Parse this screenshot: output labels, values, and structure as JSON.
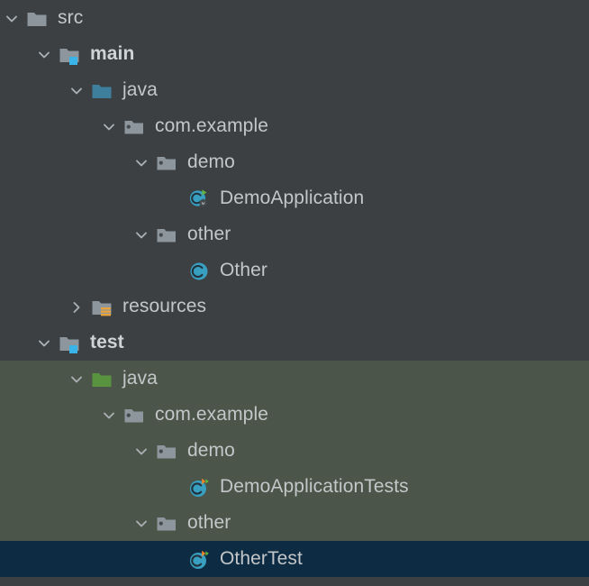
{
  "panel": {
    "name": "project-tree",
    "background_color": "#3c4043",
    "tint_color": "#4c5549",
    "selection_color": "#0d2b42",
    "text_color": "#c3c7c9"
  },
  "tree": {
    "rows": [
      {
        "label": "src",
        "depth": 0,
        "twisty": "expanded",
        "icon": "folder-plain-icon",
        "bold": false,
        "tint": false,
        "selected": false
      },
      {
        "label": "main",
        "depth": 1,
        "twisty": "expanded",
        "icon": "folder-module-icon",
        "bold": true,
        "tint": false,
        "selected": false
      },
      {
        "label": "java",
        "depth": 2,
        "twisty": "expanded",
        "icon": "folder-source-blue-icon",
        "bold": false,
        "tint": false,
        "selected": false
      },
      {
        "label": "com.example",
        "depth": 3,
        "twisty": "expanded",
        "icon": "package-icon",
        "bold": false,
        "tint": false,
        "selected": false
      },
      {
        "label": "demo",
        "depth": 4,
        "twisty": "expanded",
        "icon": "package-icon",
        "bold": false,
        "tint": false,
        "selected": false
      },
      {
        "label": "DemoApplication",
        "depth": 5,
        "twisty": "none",
        "icon": "class-springboot-run-icon",
        "bold": false,
        "tint": false,
        "selected": false
      },
      {
        "label": "other",
        "depth": 4,
        "twisty": "expanded",
        "icon": "package-icon",
        "bold": false,
        "tint": false,
        "selected": false
      },
      {
        "label": "Other",
        "depth": 5,
        "twisty": "none",
        "icon": "class-icon",
        "bold": false,
        "tint": false,
        "selected": false
      },
      {
        "label": "resources",
        "depth": 2,
        "twisty": "collapsed",
        "icon": "folder-resources-icon",
        "bold": false,
        "tint": false,
        "selected": false
      },
      {
        "label": "test",
        "depth": 1,
        "twisty": "expanded",
        "icon": "folder-module-icon",
        "bold": true,
        "tint": false,
        "selected": false
      },
      {
        "label": "java",
        "depth": 2,
        "twisty": "expanded",
        "icon": "folder-test-green-icon",
        "bold": false,
        "tint": true,
        "selected": false
      },
      {
        "label": "com.example",
        "depth": 3,
        "twisty": "expanded",
        "icon": "package-icon",
        "bold": false,
        "tint": true,
        "selected": false
      },
      {
        "label": "demo",
        "depth": 4,
        "twisty": "expanded",
        "icon": "package-icon",
        "bold": false,
        "tint": true,
        "selected": false
      },
      {
        "label": "DemoApplicationTests",
        "depth": 5,
        "twisty": "none",
        "icon": "class-test-run-icon",
        "bold": false,
        "tint": true,
        "selected": false
      },
      {
        "label": "other",
        "depth": 4,
        "twisty": "expanded",
        "icon": "package-icon",
        "bold": false,
        "tint": true,
        "selected": false
      },
      {
        "label": "OtherTest",
        "depth": 5,
        "twisty": "none",
        "icon": "class-test-run-icon",
        "bold": false,
        "tint": false,
        "selected": true
      }
    ]
  },
  "icon_colors": {
    "folder_gray": "#8d969c",
    "folder_blue": "#3d7f9c",
    "folder_green": "#5a9340",
    "badge_cyan": "#3ab3e8",
    "badge_orange": "#e8a33d",
    "class_teal": "#389fc0",
    "run_green": "#62b543",
    "run_orange": "#f0842a"
  }
}
